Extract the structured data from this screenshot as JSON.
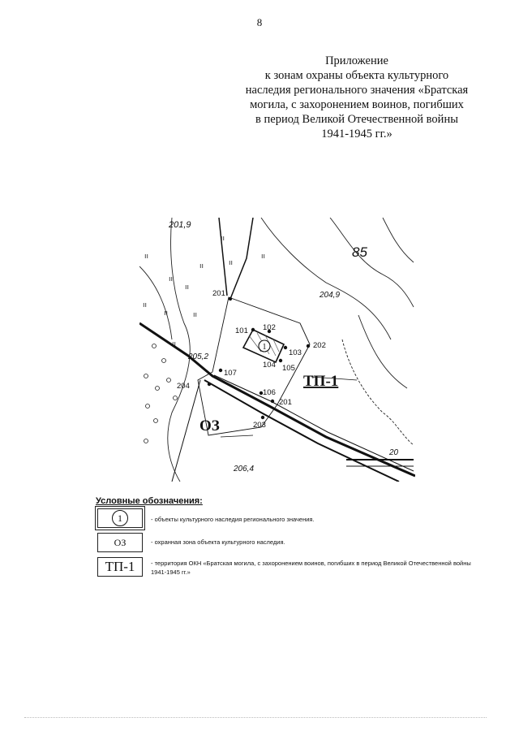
{
  "page_number": "8",
  "appendix_lines": [
    "Приложение",
    "к зонам охраны объекта культурного",
    "наследия регионального значения «Братская",
    "могила, с захоронением воинов, погибших",
    "в период Великой Отечественной войны",
    "1941-1945 гг.»"
  ],
  "map": {
    "elevations": [
      "201,9",
      "85",
      "204,9",
      "205,2",
      "206,4",
      "20"
    ],
    "point_numbers": [
      "201",
      "101",
      "102",
      "103",
      "202",
      "104",
      "105",
      "107",
      "106",
      "201",
      "204",
      "203"
    ],
    "object_marker": "1",
    "zone_oz": "ОЗ",
    "zone_tp": "ТП-1"
  },
  "legend": {
    "title": "Условные обозначения:",
    "items": [
      {
        "symbol": "1",
        "text": "- объекты культурного наследия регионального значения."
      },
      {
        "symbol": "ОЗ",
        "text": "- охранная зона объекта культурного наследия."
      },
      {
        "symbol": "ТП-1",
        "text": "- территория ОКН «Братская могила, с захоронением воинов, погибших в период Великой Отечественной войны 1941-1945 гг.»"
      }
    ]
  }
}
